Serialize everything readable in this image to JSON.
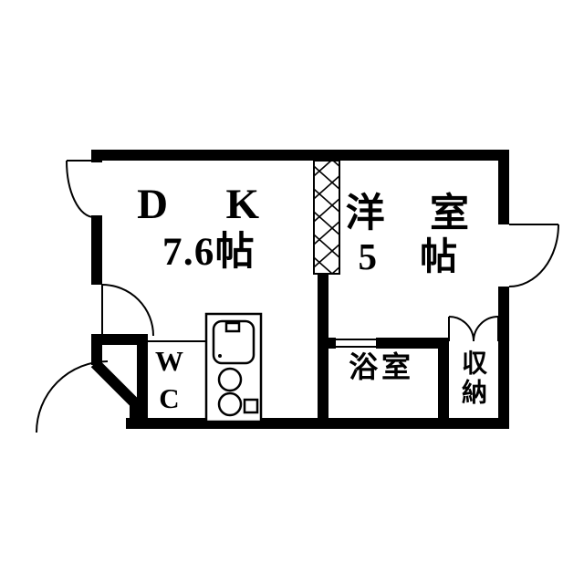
{
  "title": "floor-plan",
  "rooms": {
    "dk": {
      "name": "D K",
      "size": "7.6帖"
    },
    "youshitsu": {
      "name": "洋 室",
      "size": "5 帖"
    },
    "wc": {
      "name": "WC"
    },
    "bath": {
      "name": "浴室"
    },
    "closet": {
      "name": "収納"
    }
  },
  "colors": {
    "wall": "#000000",
    "background": "#ffffff",
    "line": "#000000"
  }
}
